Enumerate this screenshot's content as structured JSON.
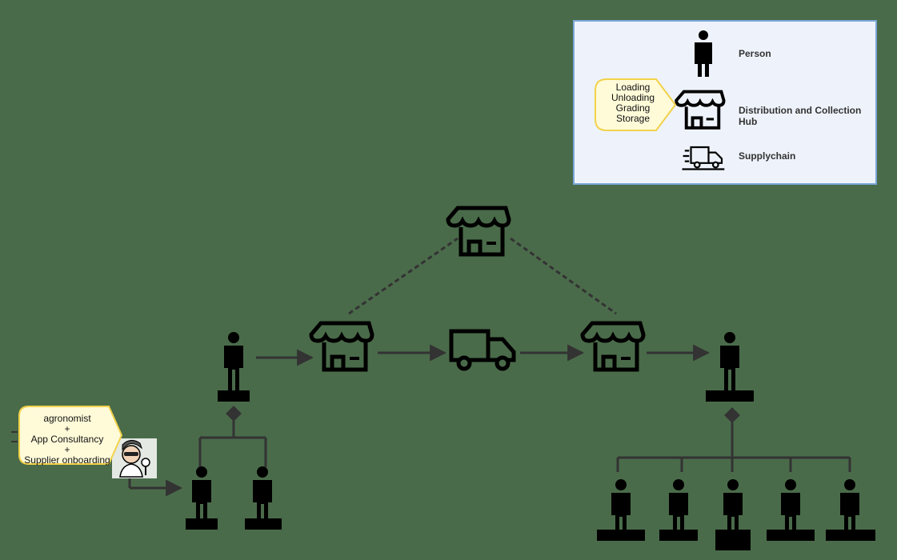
{
  "legend": {
    "person_label": "Person",
    "hub_label": "Distribution and Collection Hub",
    "supply_label": "Supplychain",
    "hub_activities": [
      "Loading",
      "Unloading",
      "Grading",
      "Storage"
    ]
  },
  "agronomist_note": [
    "agronomist",
    "+",
    "App Consultancy",
    "+",
    "Supplier onboarding"
  ],
  "people": {
    "left_parent": "",
    "left_child_1": "",
    "left_child_2": "",
    "right_parent": "",
    "right_children": [
      "",
      "",
      "",
      "",
      ""
    ]
  }
}
